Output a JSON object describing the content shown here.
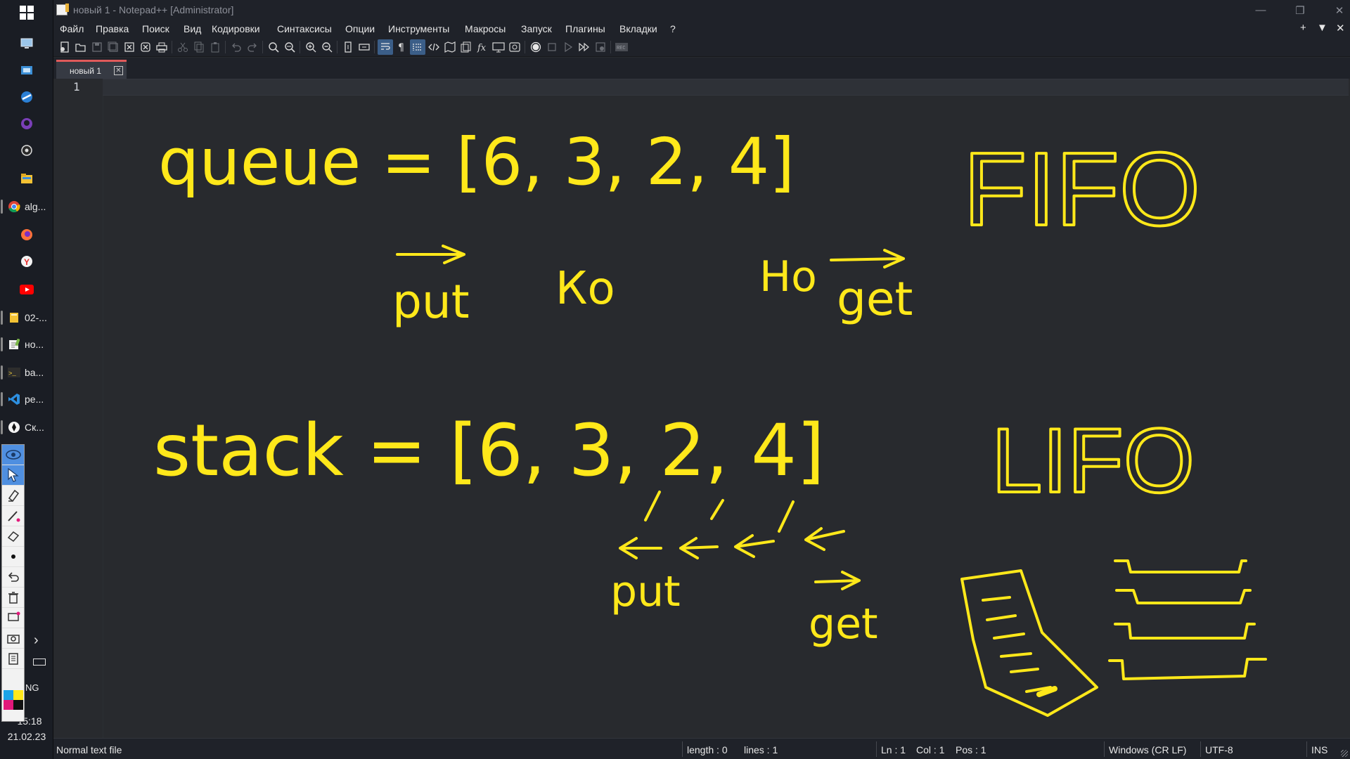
{
  "taskbar": {
    "items": [
      {
        "name": "computer-icon",
        "label": ""
      },
      {
        "name": "monitor-app-icon",
        "label": ""
      },
      {
        "name": "globe-icon",
        "label": ""
      },
      {
        "name": "github-icon",
        "label": ""
      },
      {
        "name": "obs-icon",
        "label": ""
      },
      {
        "name": "folder-icon",
        "label": ""
      },
      {
        "name": "chrome-icon",
        "label": "alg..."
      },
      {
        "name": "firefox-icon",
        "label": ""
      },
      {
        "name": "yandex-icon",
        "label": ""
      },
      {
        "name": "youtube-icon",
        "label": ""
      },
      {
        "name": "explorer-icon",
        "label": "02-..."
      },
      {
        "name": "notepad-icon",
        "label": "но..."
      },
      {
        "name": "terminal-icon",
        "label": "ba..."
      },
      {
        "name": "vscode-icon",
        "label": "pe..."
      },
      {
        "name": "screenshot-tool-icon",
        "label": "Ск..."
      }
    ],
    "language": "NG",
    "clock_time": "15:18",
    "clock_date": "21.02.23"
  },
  "window": {
    "title": "новый 1 - Notepad++ [Administrator]"
  },
  "menu": [
    "Файл",
    "Правка",
    "Поиск",
    "Вид",
    "Кодировки",
    "Синтаксисы",
    "Опции",
    "Инструменты",
    "Макросы",
    "Запуск",
    "Плагины",
    "Вкладки",
    "?"
  ],
  "menu_right": {
    "plus": "+",
    "dropdown": "▼",
    "close": "✕"
  },
  "tab": {
    "label": "новый 1",
    "close": "✕"
  },
  "editor": {
    "line_number": "1"
  },
  "annotations": {
    "queue_line": "queue = [6, 3, 2, 4]",
    "queue_type": "FIFO",
    "queue_put": "put",
    "queue_get": "get",
    "queue_end_mark": "Ко",
    "queue_start_mark": "Но",
    "stack_line": "stack = [6, 3, 2, 4]",
    "stack_type": "LIFO",
    "stack_put": "put",
    "stack_get": "get"
  },
  "status": {
    "file_type": "Normal text file",
    "length": "length : 0",
    "lines": "lines : 1",
    "ln": "Ln : 1",
    "col": "Col : 1",
    "pos": "Pos : 1",
    "eol": "Windows (CR LF)",
    "encoding": "UTF-8",
    "mode": "INS"
  },
  "colors": {
    "ink": "#ffe81a",
    "accent_tab": "#e05a5a",
    "editor_bg": "#282a2e"
  }
}
